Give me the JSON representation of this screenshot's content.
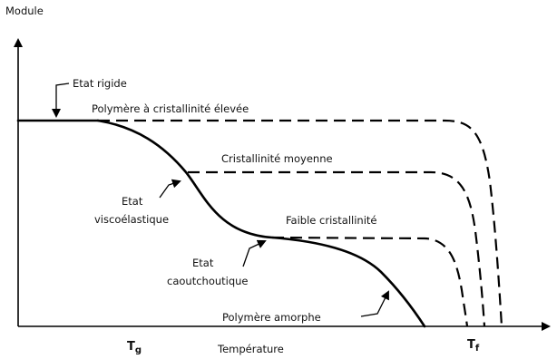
{
  "diagram": {
    "y_axis_title": "Module",
    "x_axis_title": "Température",
    "ticks": {
      "tg": "Tg",
      "tf": "Tf"
    },
    "labels": {
      "rigid_state": "Etat rigide",
      "high_crystallinity": "Polymère à cristallinité élevée",
      "medium_crystallinity": "Cristallinité moyenne",
      "viscoelastic_line1": "Etat",
      "viscoelastic_line2": "viscoélastique",
      "low_crystallinity": "Faible cristallinité",
      "rubbery_line1": "Etat",
      "rubbery_line2": "caoutchoutique",
      "amorphous": "Polymère amorphe"
    }
  }
}
